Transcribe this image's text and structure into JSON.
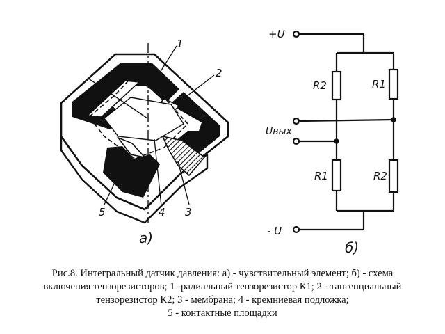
{
  "figure": {
    "part_a": {
      "label": "а)",
      "callouts": {
        "c1": "1",
        "c2": "2",
        "c3": "3",
        "c4": "4",
        "c5": "5"
      }
    },
    "part_b": {
      "label": "б)",
      "plus_terminal": "+U",
      "minus_terminal": "- U",
      "output_terminal": "Uвых",
      "resistors": {
        "top_left": "R2",
        "top_right": "R1",
        "bottom_left": "R1",
        "bottom_right": "R2"
      }
    }
  },
  "caption": {
    "line1": "Рис.8. Интегральный датчик давления: а) - чувствительный элемент; б) - схема",
    "line2": "включения тензорезисторов; 1 -радиальный тензорезистор К1; 2 - тангенциальный",
    "line3": "тензорезистор К2; 3 - мембрана; 4 - кремниевая подложка;",
    "line4": "5 - контактные площадки"
  }
}
